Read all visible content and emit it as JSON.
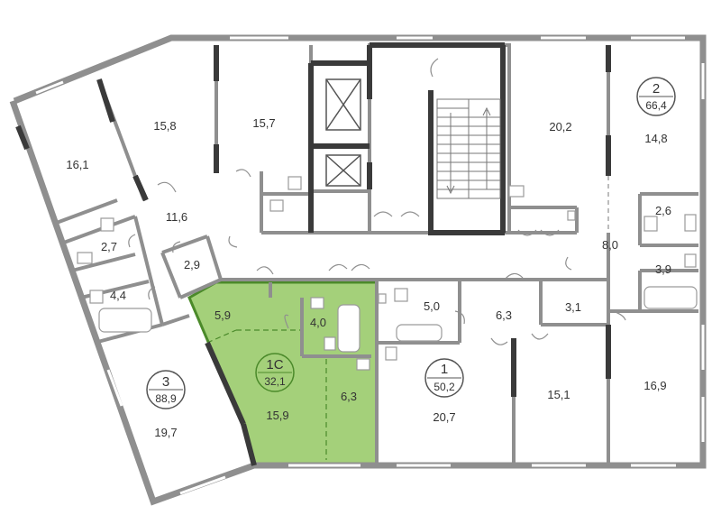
{
  "colors": {
    "wall": "#8f8f8f",
    "wall_dark": "#3a3a3a",
    "highlight_fill": "#a4d07a",
    "highlight_stroke": "#4b8a2a",
    "fixture": "#9a9a9a"
  },
  "apartments": [
    {
      "number": "1C",
      "area": "32,1",
      "highlighted": true
    },
    {
      "number": "1",
      "area": "50,2",
      "highlighted": false
    },
    {
      "number": "2",
      "area": "66,4",
      "highlighted": false
    },
    {
      "number": "3",
      "area": "88,9",
      "highlighted": false
    }
  ],
  "rooms": [
    "16,1",
    "15,8",
    "15,7",
    "20,2",
    "14,8",
    "11,6",
    "2,7",
    "2,9",
    "4,4",
    "5,9",
    "4,0",
    "15,9",
    "6,3",
    "5,0",
    "6,3",
    "3,1",
    "2,6",
    "8,0",
    "3,9",
    "20,7",
    "15,1",
    "16,9",
    "19,7"
  ]
}
